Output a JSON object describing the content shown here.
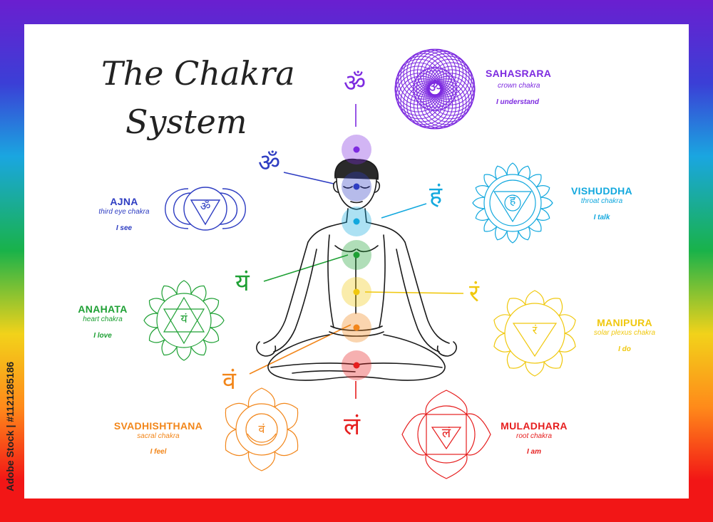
{
  "title": {
    "line1": "The Chakra",
    "line2": "System"
  },
  "stock_id": "Adobe Stock | #1121285186",
  "chakras": [
    {
      "name": "SAHASRARA",
      "subtitle": "crown chakra",
      "affirmation": "I understand",
      "symbol": "ॐ",
      "color": "#7d2be0"
    },
    {
      "name": "AJNA",
      "subtitle": "third eye chakra",
      "affirmation": "I see",
      "symbol": "ॐ",
      "color": "#2e3dc2"
    },
    {
      "name": "VISHUDDHA",
      "subtitle": "throat chakra",
      "affirmation": "I talk",
      "symbol": "हं",
      "color": "#12a8de"
    },
    {
      "name": "ANAHATA",
      "subtitle": "heart chakra",
      "affirmation": "I love",
      "symbol": "यं",
      "color": "#1ea034"
    },
    {
      "name": "MANIPURA",
      "subtitle": "solar plexus chakra",
      "affirmation": "I do",
      "symbol": "रं",
      "color": "#f0c80e"
    },
    {
      "name": "SVADHISHTHANA",
      "subtitle": "sacral chakra",
      "affirmation": "I feel",
      "symbol": "वं",
      "color": "#f2861a"
    },
    {
      "name": "MULADHARA",
      "subtitle": "root chakra",
      "affirmation": "I am",
      "symbol": "लं",
      "color": "#e61e1e"
    }
  ]
}
